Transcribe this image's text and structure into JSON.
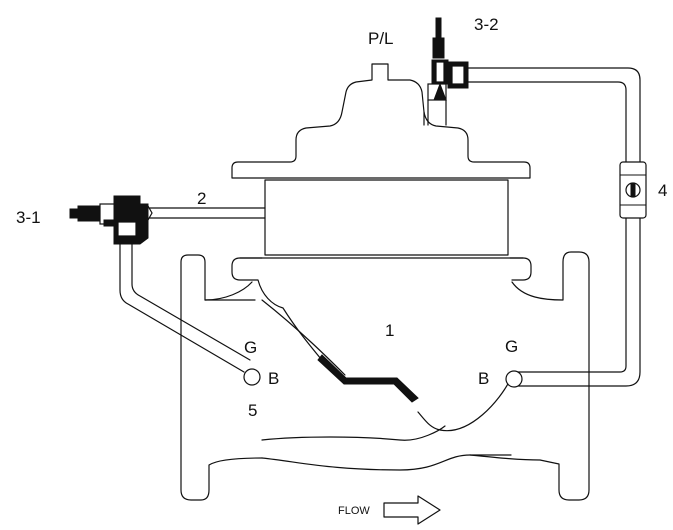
{
  "labels": {
    "pilot_top": "3-2",
    "pilot_left": "3-1",
    "port_top": "P/L",
    "tube_upper": "2",
    "needle_valve": "4",
    "main_valve": "1",
    "inlet_port": "5",
    "port_g_left": "G",
    "port_b_left": "B",
    "port_g_right": "G",
    "port_b_right": "B",
    "flow": "FLOW"
  },
  "colors": {
    "line": "#111111",
    "fill_dark": "#111111",
    "background": "#ffffff"
  }
}
